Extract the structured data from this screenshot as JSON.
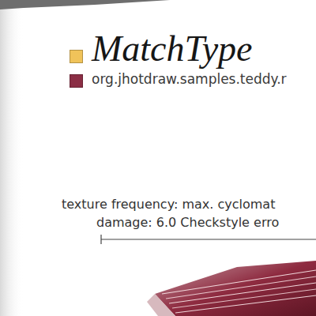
{
  "diagram": {
    "labels": [
      "texture frequency: max. cyclomat",
      "damage: 6.0 Checkstyle erro"
    ],
    "legend": [
      {
        "text": "MatchType",
        "color": "#f0c35a"
      },
      {
        "text": "org.jhotdraw.samples.teddy.r",
        "color": "#8b2e45"
      }
    ]
  }
}
